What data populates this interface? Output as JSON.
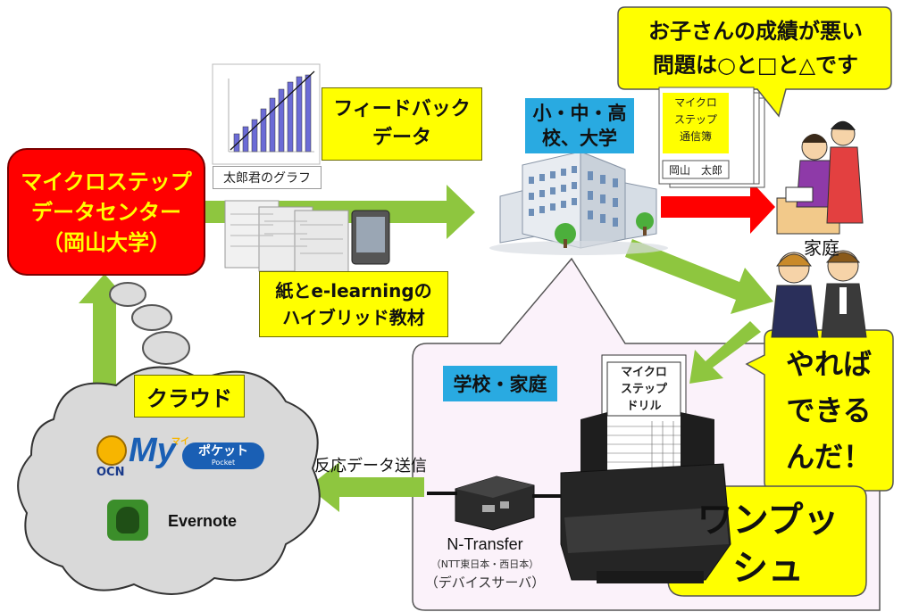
{
  "datacenter": {
    "line1": "マイクロステップ",
    "line2": "データセンター",
    "line3": "（岡山大学）"
  },
  "feedback": {
    "line1": "フィードバック",
    "line2": "データ"
  },
  "graph_caption": "太郎君のグラフ",
  "materials": {
    "line1": "紙とe-learningの",
    "line2": "ハイブリッド教材"
  },
  "school": {
    "line1": "小・中・高",
    "line2": "校、大学"
  },
  "report": {
    "line1": "マイクロ",
    "line2": "ステップ",
    "line3": "通信簿",
    "name": "岡山　太郎"
  },
  "speech_top": {
    "line1": "お子さんの成績が悪い",
    "line2": "問題は○と□と△です"
  },
  "home_label": "家庭",
  "speech_right": {
    "line1": "やれば",
    "line2": "できる",
    "line3": "んだ！"
  },
  "school_home": "学校・家庭",
  "drill": {
    "line1": "マイクロ",
    "line2": "ステップ",
    "line3": "ドリル"
  },
  "one_push": {
    "line1": "ワンプッ",
    "line2": "シュ"
  },
  "cloud_label": "クラウド",
  "response_label": "反応データ送信",
  "ntransfer": {
    "name": "N-Transfer",
    "sub1": "（NTT東日本・西日本）",
    "sub2": "（デバイスサーバ）"
  },
  "logos": {
    "ocn_text": "OCN",
    "my_text": "My",
    "pocket_text": "ポケット",
    "pocket_sub": "Pocket",
    "mai_text": "マイ",
    "evernote": "Evernote"
  },
  "colors": {
    "arrow_green": "#8ec63f",
    "arrow_red": "#ff0000",
    "yellow": "#ffff00",
    "blue": "#29aae1"
  }
}
